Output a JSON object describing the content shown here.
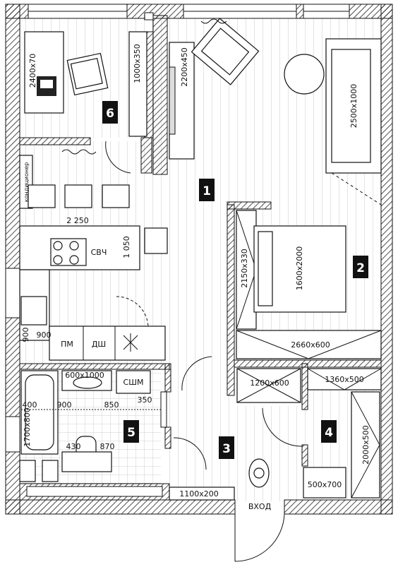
{
  "rooms": [
    {
      "id": "1",
      "label": "1"
    },
    {
      "id": "2",
      "label": "2"
    },
    {
      "id": "3",
      "label": "3"
    },
    {
      "id": "4",
      "label": "4"
    },
    {
      "id": "5",
      "label": "5"
    },
    {
      "id": "6",
      "label": "6"
    }
  ],
  "dimensions": {
    "desk": "2400x70",
    "shelf_office": "1000x350",
    "tv_unit": "2200x450",
    "sofa": "2500x1000",
    "kitchen_width": "2 250",
    "kitchen_depth": "1 050",
    "bed_wardrobe": "2150x330",
    "bed": "1600x2000",
    "bedroom_wardrobe": "2660x600",
    "bath": "1700x800",
    "sink": "600x1000",
    "hall_cab1": "1200x600",
    "hall_cab2": "1360x500",
    "closet": "2000x500",
    "closet_small": "500x700",
    "entry_cab": "1100x200",
    "d900a": "900",
    "d900b": "900",
    "d400": "400",
    "d900c": "900",
    "d850": "850",
    "d350": "350",
    "d430": "430",
    "d870": "870"
  },
  "appliances": {
    "ac": "кондиционер",
    "microwave": "СВЧ",
    "dishwasher1": "ПМ",
    "dishwasher2": "ДШ",
    "washer": "СШМ"
  },
  "entrance": "ВХОД"
}
